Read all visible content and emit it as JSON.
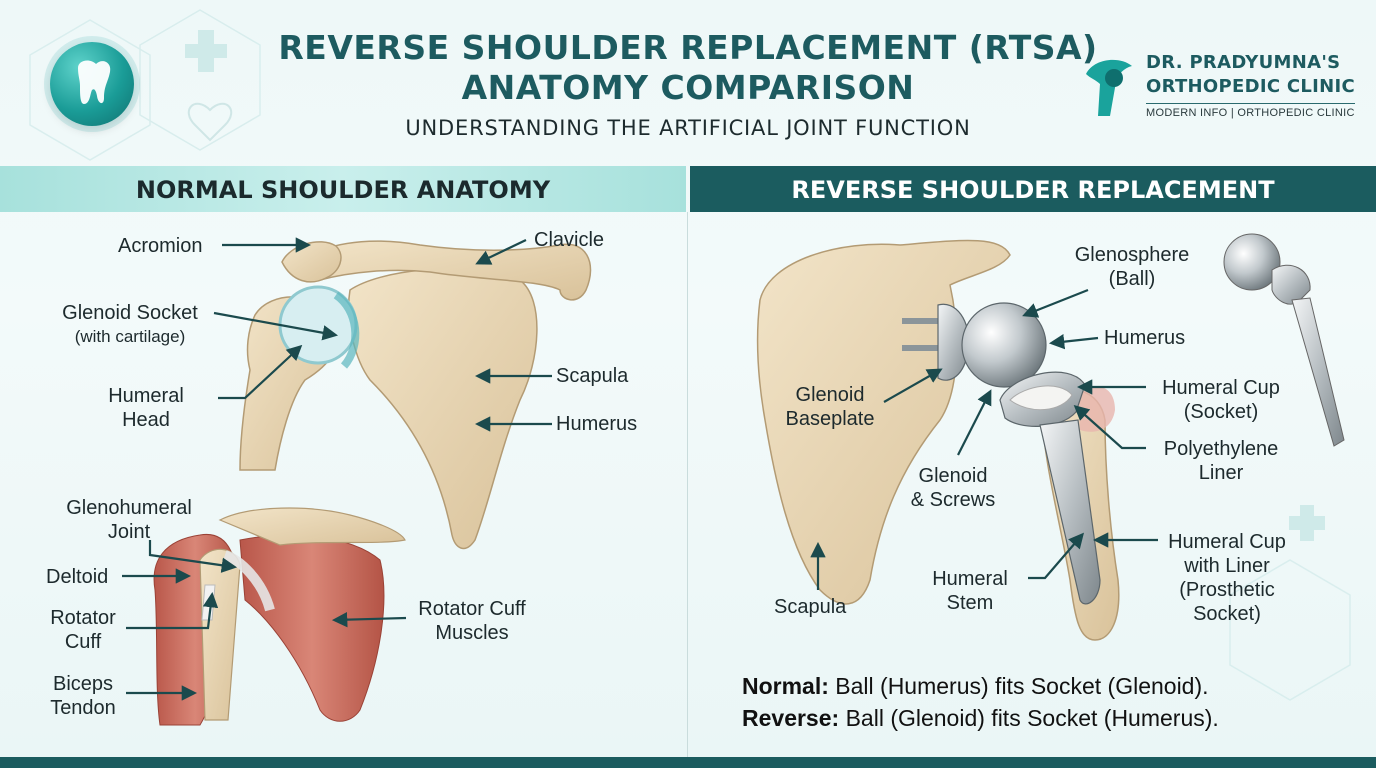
{
  "header": {
    "title_line1": "REVERSE SHOULDER REPLACEMENT (RTSA)",
    "title_line2": "ANATOMY COMPARISON",
    "subtitle": "UNDERSTANDING THE ARTIFICIAL JOINT FUNCTION"
  },
  "clinic": {
    "name_line1": "DR. PRADYUMNA'S",
    "name_line2": "ORTHOPEDIC CLINIC",
    "tagline": "MODERN INFO | ORTHOPEDIC CLINIC"
  },
  "sections": {
    "left_title": "NORMAL SHOULDER ANATOMY",
    "right_title": "REVERSE SHOULDER REPLACEMENT"
  },
  "normal_labels": {
    "acromion": "Acromion",
    "clavicle": "Clavicle",
    "glenoid_socket": "Glenoid Socket",
    "glenoid_socket_sub": "(with cartilage)",
    "humeral_head_1": "Humeral",
    "humeral_head_2": "Head",
    "scapula": "Scapula",
    "humerus": "Humerus",
    "glenohumeral_1": "Glenohumeral",
    "glenohumeral_2": "Joint",
    "deltoid": "Deltoid",
    "rotator_cuff_1": "Rotator",
    "rotator_cuff_2": "Cuff",
    "biceps_1": "Biceps",
    "biceps_2": "Tendon",
    "rotator_muscles_1": "Rotator Cuff",
    "rotator_muscles_2": "Muscles"
  },
  "reverse_labels": {
    "glenosphere_1": "Glenosphere",
    "glenosphere_2": "(Ball)",
    "humerus": "Humerus",
    "baseplate_1": "Glenoid",
    "baseplate_2": "Baseplate",
    "humeral_cup_1": "Humeral Cup",
    "humeral_cup_2": "(Socket)",
    "liner_1": "Polyethylene",
    "liner_2": "Liner",
    "screws_1": "Glenoid",
    "screws_2": "& Screws",
    "cup_liner_1": "Humeral Cup",
    "cup_liner_2": "with Liner",
    "cup_liner_3": "(Prosthetic",
    "cup_liner_4": "Socket)",
    "stem_1": "Humeral",
    "stem_2": "Stem",
    "scapula": "Scapula"
  },
  "notes": {
    "normal_label": "Normal:",
    "normal_text": " Ball (Humerus) fits Socket (Glenoid).",
    "reverse_label": "Reverse:",
    "reverse_text": " Ball (Glenoid) fits Socket (Humerus)."
  },
  "colors": {
    "teal_dark": "#1b5c5f",
    "teal_light": "#a7e1dc",
    "bone": "#e9d7b5",
    "muscle": "#c9695a",
    "metal": "#b9c0c4"
  }
}
